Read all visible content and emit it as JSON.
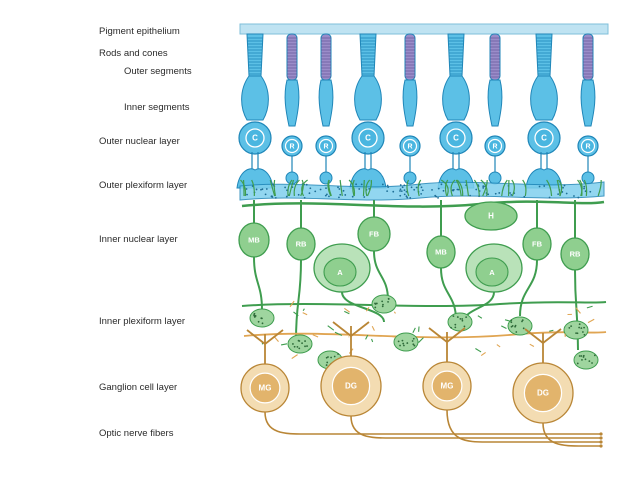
{
  "layer_labels": {
    "pigment_epithelium": "Pigment epithelium",
    "rods_and_cones": "Rods and cones",
    "outer_segments": "Outer segments",
    "inner_segments": "Inner segments",
    "outer_nuclear": "Outer nuclear layer",
    "outer_plexiform": "Outer plexiform layer",
    "inner_nuclear": "Inner nuclear layer",
    "inner_plexiform": "Inner plexiform layer",
    "ganglion": "Ganglion cell layer",
    "optic_nerve": "Optic nerve fibers"
  },
  "photoreceptor_sequence": [
    "C",
    "R",
    "R",
    "C",
    "R",
    "C",
    "R",
    "C",
    "R"
  ],
  "cell_labels": {
    "cone": "C",
    "rod": "R",
    "horizontal": "H",
    "midget_bipolar": "MB",
    "rod_bipolar": "RB",
    "flat_bipolar": "FB",
    "amacrine": "A",
    "midget_ganglion": "MG",
    "diffuse_ganglion": "DG"
  },
  "colors": {
    "pigment": "#bfe3f2",
    "photoreceptor_fill": "#5cc0e6",
    "photoreceptor_stroke": "#1f86b8",
    "rod_outer": "#9b8cc9",
    "bipolar_fill": "#8fcf8f",
    "bipolar_stroke": "#3f9d4f",
    "ganglion_fill": "#e2b46c",
    "ganglion_stroke": "#b98636",
    "label": "#2a2a2a"
  }
}
